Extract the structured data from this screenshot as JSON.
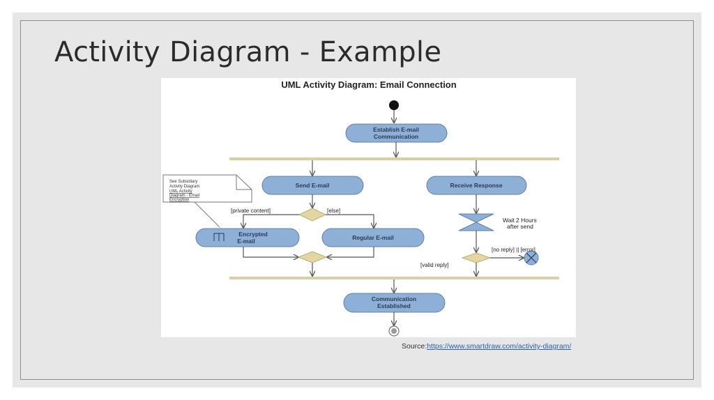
{
  "slide": {
    "title": "Activity Diagram - Example",
    "source_label": "Source:",
    "source_link": "https://www.smartdraw.com/activity-diagram/"
  },
  "diagram": {
    "title": "UML Activity Diagram: Email Connection",
    "nodes": {
      "establish_line1": "Establish E-mail",
      "establish_line2": "Communication",
      "send": "Send E-mail",
      "receive": "Receive Response",
      "encrypted_line1": "Encrypted",
      "encrypted_line2": "E-mail",
      "regular": "Regular E-mail",
      "established_line1": "Communication",
      "established_line2": "Established",
      "wait_line1": "Wait 2 Hours",
      "wait_line2": "after send"
    },
    "guards": {
      "private": "[private content]",
      "else": "[else]",
      "no_reply": "[no reply]  || [error]",
      "valid_reply": "[valid reply]"
    },
    "note": {
      "line1": "See Subsidiary",
      "line2": "Activity Diagram",
      "line3": "UML Activity",
      "line4": "Diagram - Email",
      "line5": "Encryption"
    },
    "colors": {
      "node_fill": "#8fb0d6",
      "node_stroke": "#5f7fa8",
      "bar": "#d8cfa6",
      "decision": "#e3d6a2"
    }
  }
}
